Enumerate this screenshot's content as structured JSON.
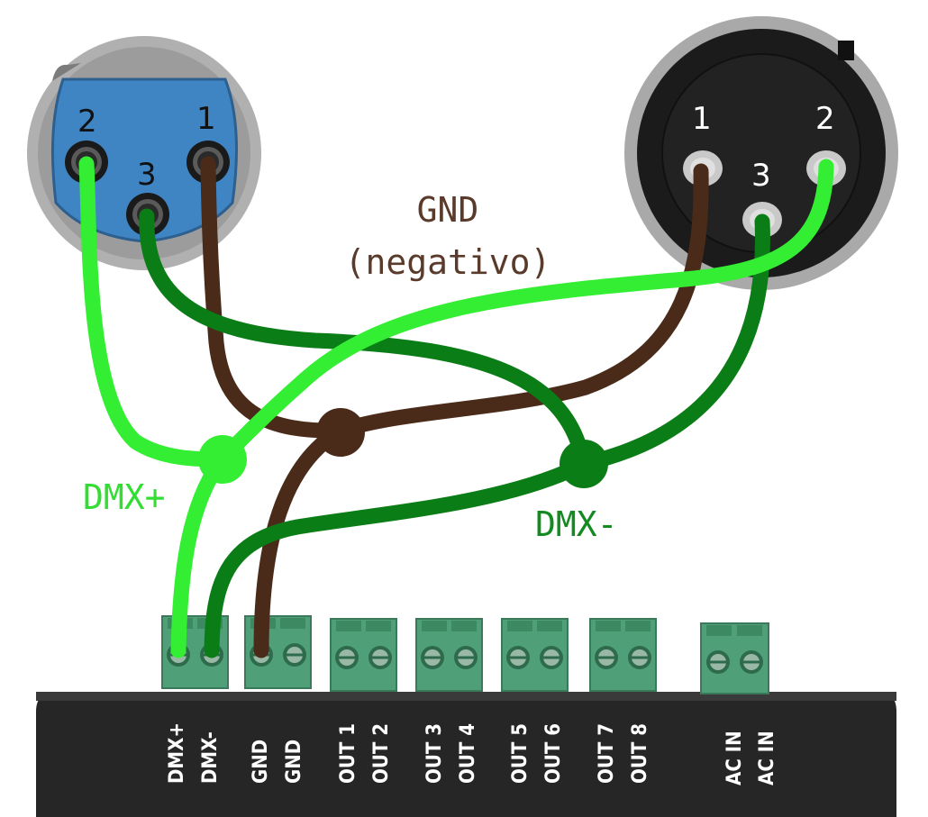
{
  "colors": {
    "dmx_plus": "#33ee33",
    "dmx_minus": "#0b7d16",
    "gnd": "#4a2a18",
    "gnd_label": "#5a3b2b",
    "dmx_plus_label": "#33dd33",
    "dmx_minus_label": "#148a20",
    "connector_female": "#3f85c4",
    "connector_male": "#1b1b1b",
    "terminal_block": "#4fa078",
    "decoder_body": "#262626"
  },
  "connector_female": {
    "pins": [
      "2",
      "3",
      "1"
    ]
  },
  "connector_male": {
    "pins": [
      "1",
      "3",
      "2"
    ]
  },
  "labels": {
    "gnd_line1": "GND",
    "gnd_line2": "(negativo)",
    "dmx_plus": "DMX+",
    "dmx_minus": "DMX-"
  },
  "terminals": [
    "DMX+",
    "DMX-",
    "GND",
    "GND",
    "OUT 1",
    "OUT 2",
    "OUT 3",
    "OUT 4",
    "OUT 5",
    "OUT 6",
    "OUT 7",
    "OUT 8",
    "AC IN",
    "AC IN"
  ]
}
